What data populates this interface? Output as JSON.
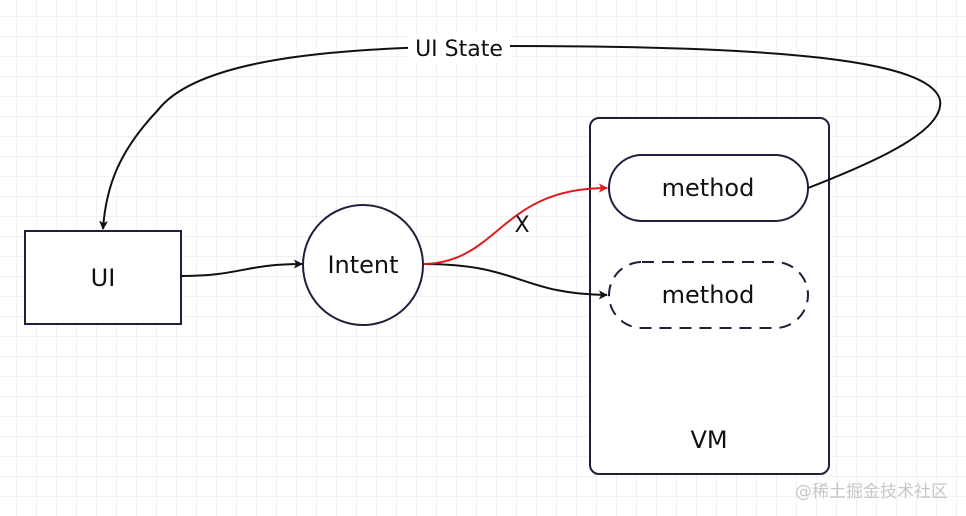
{
  "nodes": {
    "ui": {
      "label": "UI"
    },
    "intent": {
      "label": "Intent"
    },
    "vm": {
      "label": "VM"
    },
    "method_solid": {
      "label": "method"
    },
    "method_dashed": {
      "label": "method"
    }
  },
  "edges": {
    "ui_state": {
      "label": "UI State"
    },
    "blocked": {
      "label": "X"
    }
  },
  "watermark": "@稀土掘金技术社区",
  "colors": {
    "stroke": "#1f1f3a",
    "blocked": "#e01b1b",
    "grid": "#e4e4e4"
  }
}
